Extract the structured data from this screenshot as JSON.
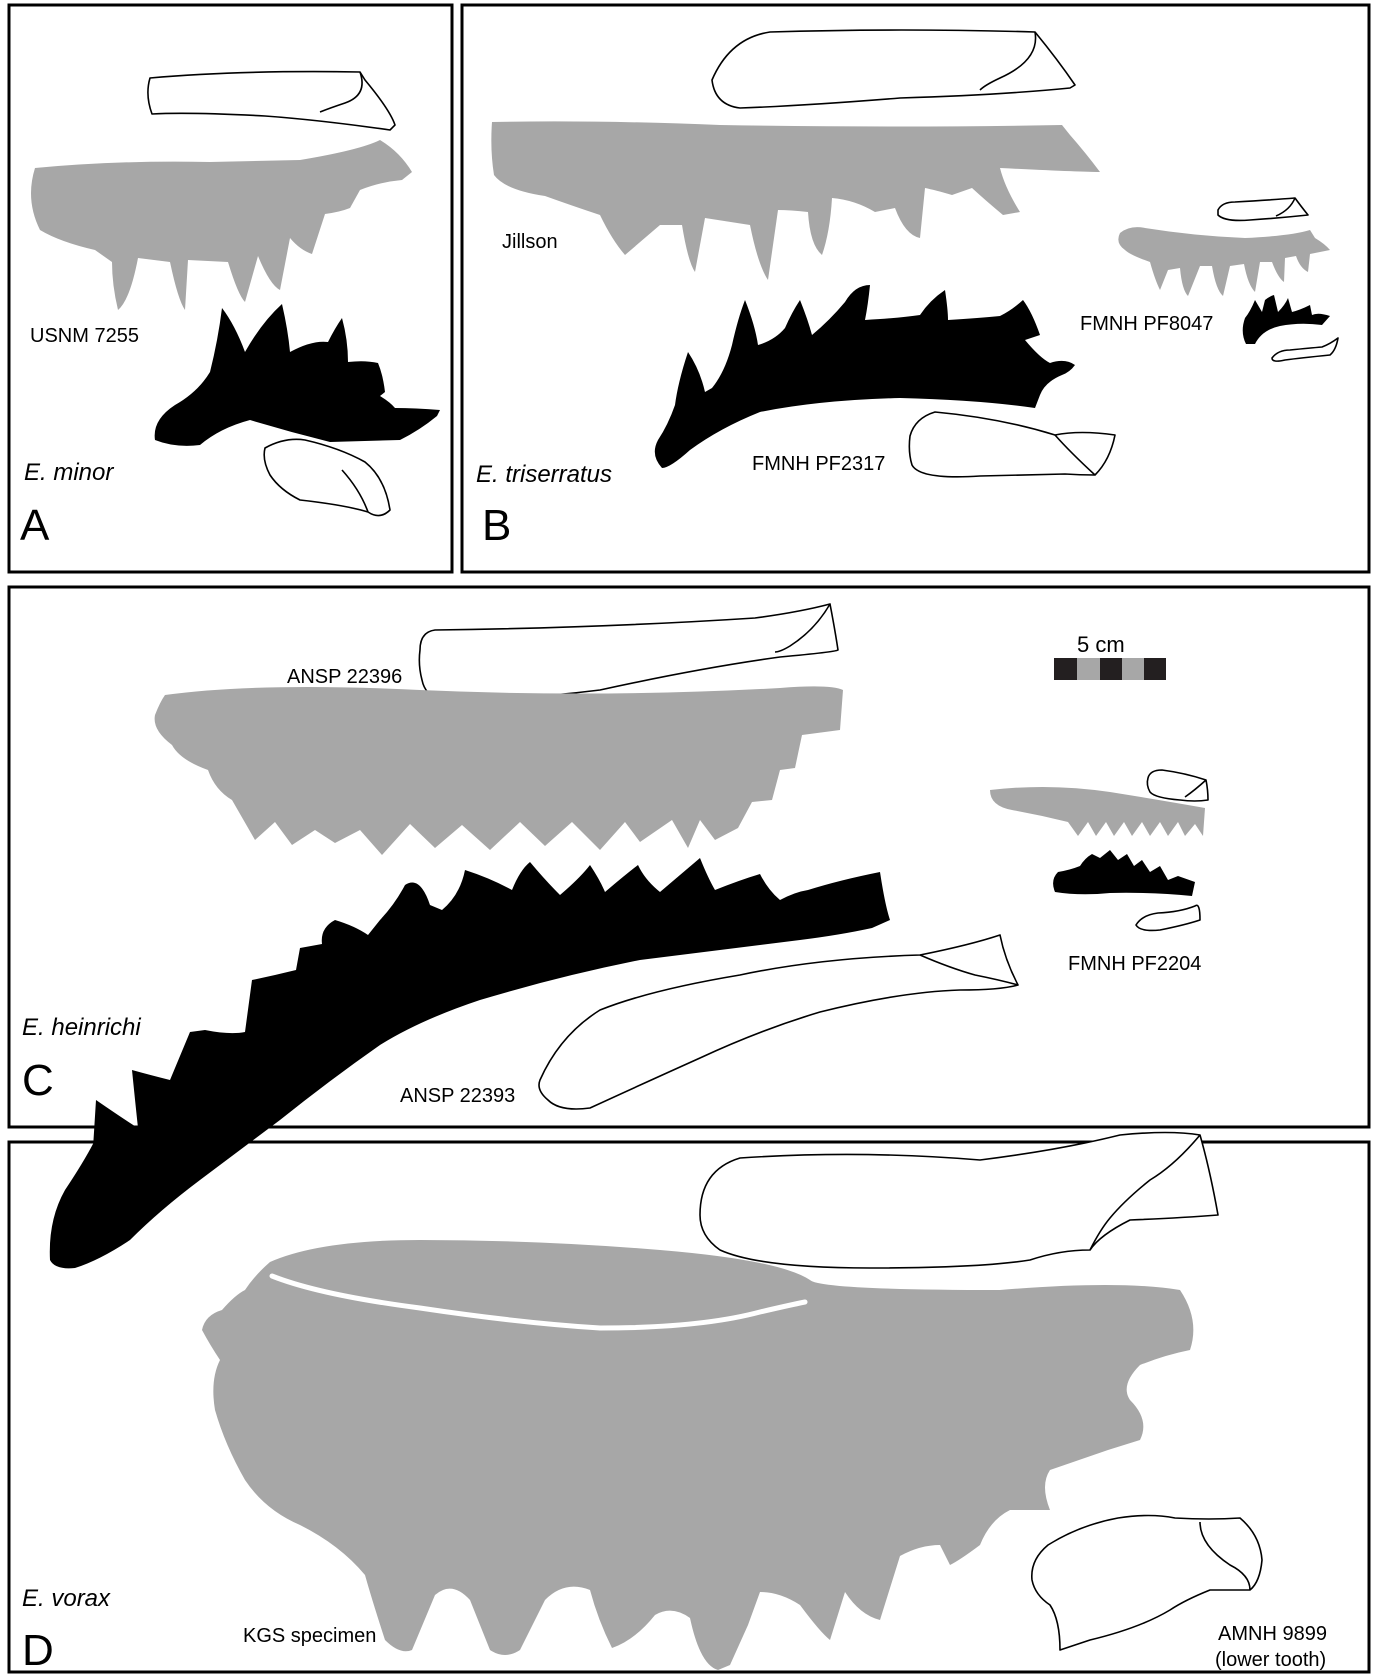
{
  "panels": {
    "a": {
      "letter": "A",
      "species": "E. minor",
      "specimens": {
        "jaw": "USNM 7255"
      }
    },
    "b": {
      "letter": "B",
      "species": "E. triserratus",
      "specimens": {
        "gray": "Jillson",
        "small": "FMNH PF8047",
        "jaw": "FMNH PF2317"
      }
    },
    "c": {
      "letter": "C",
      "species": "E. heinrichi",
      "specimens": {
        "upper": "ANSP 22396",
        "small": "FMNH PF2204",
        "jaw": "ANSP 22393"
      }
    },
    "d": {
      "letter": "D",
      "species": "E. vorax",
      "specimens": {
        "gray": "KGS specimen",
        "tooth_line1": "AMNH 9899",
        "tooth_line2": "(lower tooth)"
      }
    }
  },
  "scale_bar": {
    "label": "5 cm"
  },
  "colors": {
    "frame": "#000000",
    "gray_silhouette": "#a7a7a7",
    "black_silhouette": "#000000",
    "outline_fill": "#ffffff"
  }
}
